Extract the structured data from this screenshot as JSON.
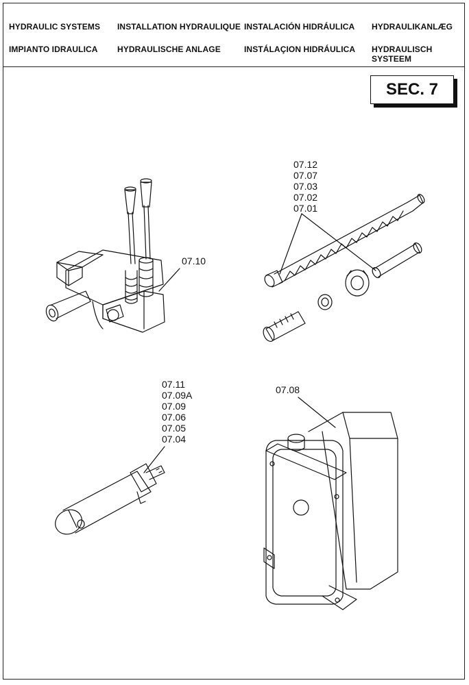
{
  "header": {
    "row1": [
      "HYDRAULIC SYSTEMS",
      "INSTALLATION HYDRAULIQUE",
      "INSTALACIÓN HIDRÁULICA",
      "HYDRAULIKANLÆG"
    ],
    "row2": [
      "IMPIANTO IDRAULICA",
      "HYDRAULISCHE ANLAGE",
      "INSTÁLAÇION HIDRÁULICA",
      "HYDRAULISCH"
    ],
    "row2_extra": "SYSTEEM"
  },
  "section": {
    "label": "SEC. 7"
  },
  "callouts": {
    "valve": [
      "07.10"
    ],
    "hose": [
      "07.12",
      "07.07",
      "07.03",
      "07.02",
      "07.01"
    ],
    "cylinder": [
      "07.11",
      "07.09A",
      "07.09",
      "07.06",
      "07.05",
      "07.04"
    ],
    "tank": [
      "07.08"
    ]
  }
}
